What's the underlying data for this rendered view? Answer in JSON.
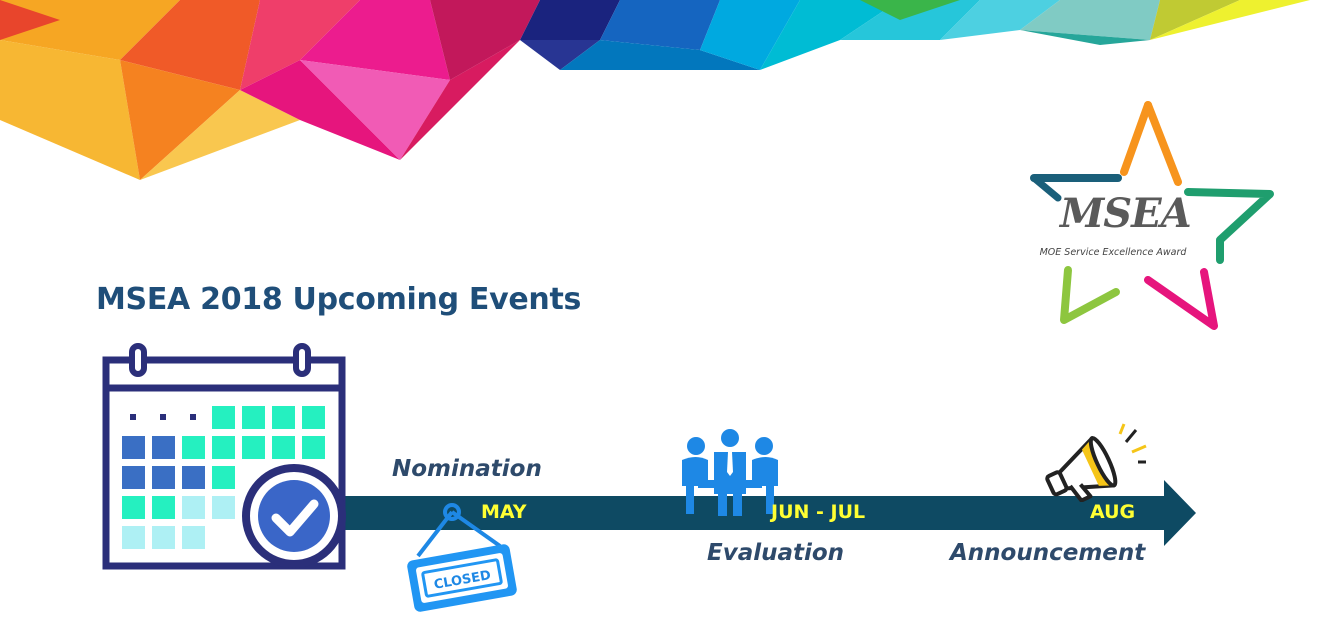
{
  "slide": {
    "title": "MSEA 2018 Upcoming Events"
  },
  "logo": {
    "name": "MSEA",
    "tagline": "MOE Service Excellence Award",
    "icon": "star-logo-icon"
  },
  "timeline": {
    "arrow_color": "#0e4a63",
    "month_color": "#ffff33",
    "label_color": "#2e4a6b",
    "events": [
      {
        "month": "MAY",
        "phase": "Nomination",
        "status": "CLOSED",
        "icon": "closed-sign-icon"
      },
      {
        "month": "JUN - JUL",
        "phase": "Evaluation",
        "icon": "meeting-people-icon"
      },
      {
        "month": "AUG",
        "phase": "Announcement",
        "icon": "megaphone-icon"
      }
    ]
  },
  "calendar": {
    "icon": "calendar-check-icon"
  }
}
